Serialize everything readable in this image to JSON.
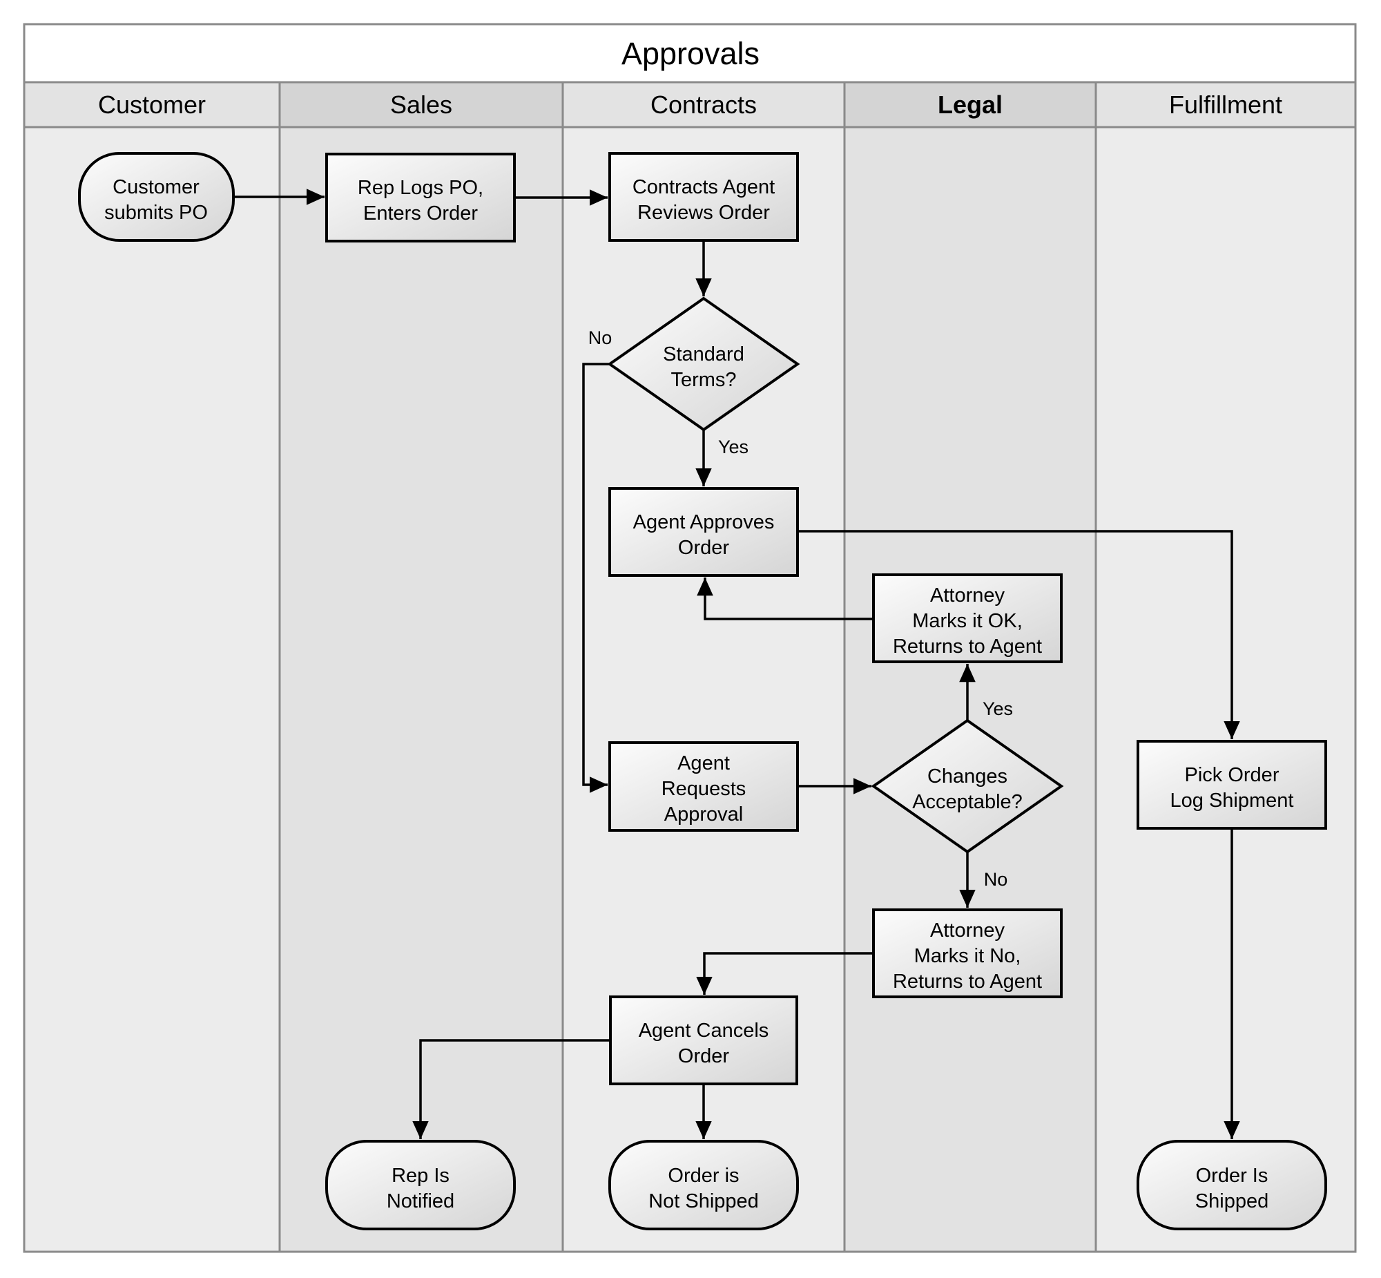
{
  "title": "Approvals",
  "lanes": [
    {
      "label": "Customer",
      "bold": false
    },
    {
      "label": "Sales",
      "bold": false
    },
    {
      "label": "Contracts",
      "bold": false
    },
    {
      "label": "Legal",
      "bold": true
    },
    {
      "label": "Fulfillment",
      "bold": false
    }
  ],
  "nodes": {
    "start": {
      "type": "terminator",
      "lines": [
        "Customer",
        "submits PO"
      ]
    },
    "rep_logs": {
      "type": "process",
      "lines": [
        "Rep Logs PO,",
        "Enters Order"
      ]
    },
    "reviews": {
      "type": "process",
      "lines": [
        "Contracts Agent",
        "Reviews Order"
      ]
    },
    "standard": {
      "type": "decision",
      "lines": [
        "Standard",
        "Terms?"
      ]
    },
    "approves": {
      "type": "process",
      "lines": [
        "Agent Approves",
        "Order"
      ]
    },
    "attorney_ok": {
      "type": "process",
      "lines": [
        "Attorney",
        "Marks it OK,",
        "Returns to Agent"
      ]
    },
    "requests": {
      "type": "process",
      "lines": [
        "Agent",
        "Requests",
        "Approval"
      ]
    },
    "changes": {
      "type": "decision",
      "lines": [
        "Changes",
        "Acceptable?"
      ]
    },
    "pick": {
      "type": "process",
      "lines": [
        "Pick Order",
        "Log Shipment"
      ]
    },
    "attorney_no": {
      "type": "process",
      "lines": [
        "Attorney",
        "Marks it No,",
        "Returns to Agent"
      ]
    },
    "cancels": {
      "type": "process",
      "lines": [
        "Agent Cancels",
        "Order"
      ]
    },
    "rep_notified": {
      "type": "terminator",
      "lines": [
        "Rep Is",
        "Notified"
      ]
    },
    "not_shipped": {
      "type": "terminator",
      "lines": [
        "Order is",
        "Not Shipped"
      ]
    },
    "shipped": {
      "type": "terminator",
      "lines": [
        "Order Is",
        "Shipped"
      ]
    }
  },
  "edge_labels": {
    "standard_no": "No",
    "standard_yes": "Yes",
    "changes_yes": "Yes",
    "changes_no": "No"
  },
  "colors": {
    "title_bg": "#ffffff",
    "header_light": "#e3e3e3",
    "header_dark": "#d4d4d4",
    "body_light": "#ececec",
    "body_dark": "#e2e2e2",
    "lane_border": "#8a8a8a",
    "node_fill_from": "#fcfcfc",
    "node_fill_to": "#d5d5d5",
    "node_stroke": "#000000",
    "connector": "#000000",
    "text": "#000000"
  }
}
